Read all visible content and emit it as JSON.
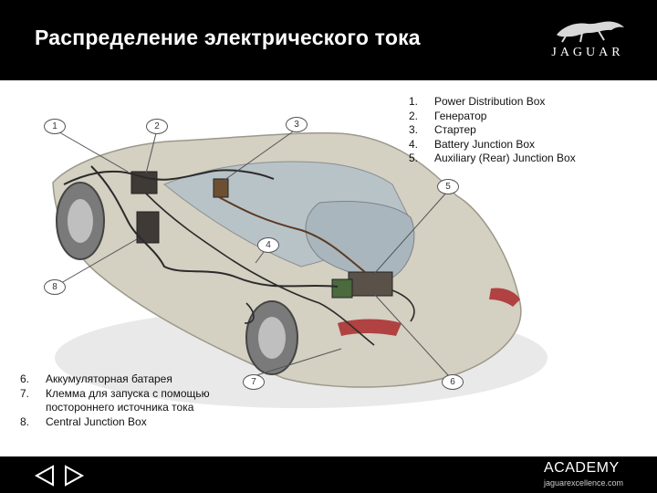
{
  "header": {
    "title": "Распределение электрического тока",
    "brand": "JAGUAR",
    "logo_icon": "jaguar-leaper-icon"
  },
  "legend_top": [
    {
      "num": "1.",
      "text": "Power Distribution Box"
    },
    {
      "num": "2.",
      "text": "Генератор"
    },
    {
      "num": "3.",
      "text": "Стартер"
    },
    {
      "num": "4.",
      "text": "Battery Junction Box"
    },
    {
      "num": "5.",
      "text": "Auxiliary (Rear) Junction Box"
    }
  ],
  "legend_bottom": [
    {
      "num": "6.",
      "text": "Аккумуляторная батарея"
    },
    {
      "num": "7.",
      "text": "Клемма для запуска с помощью постороннего источника тока"
    },
    {
      "num": "8.",
      "text": "Central Junction Box"
    }
  ],
  "callouts": [
    "1",
    "2",
    "3",
    "4",
    "5",
    "6",
    "7",
    "8"
  ],
  "footer": {
    "academy": "ACADEMY",
    "site": "jaguarexcellence.com",
    "prev_icon": "prev-arrow-icon",
    "next_icon": "next-arrow-icon"
  },
  "colors": {
    "header_bg": "#000000",
    "car_body": "#cfcbbd",
    "wiring": "#2c2a2a"
  }
}
